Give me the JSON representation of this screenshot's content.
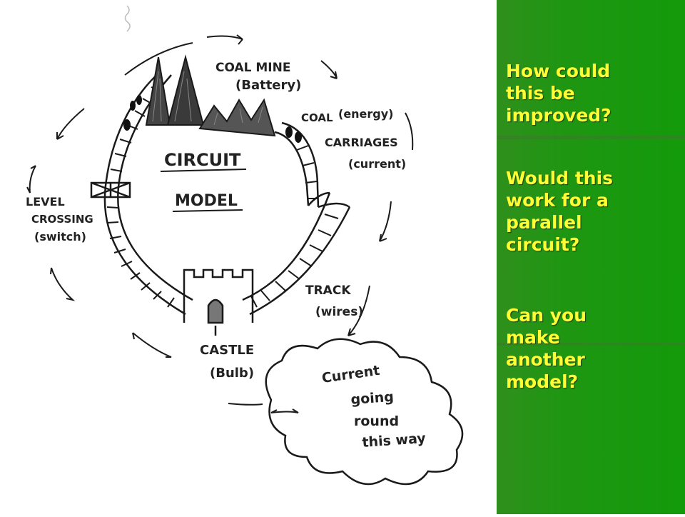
{
  "diagram": {
    "title_line1": "CIRCUIT",
    "title_line2": "MODEL",
    "labels": {
      "coal_mine": "COAL MINE",
      "coal_mine_sub": "(Battery)",
      "coal": "COAL",
      "coal_sub": "(energy)",
      "carriages": "CARRIAGES",
      "carriages_sub": "(current)",
      "level": "LEVEL",
      "crossing": "CROSSING",
      "crossing_sub": "(switch)",
      "track": "TRACK",
      "track_sub": "(wires)",
      "castle": "CASTLE",
      "castle_sub": "(Bulb)"
    },
    "cloud_text": [
      "Current",
      "going",
      "round",
      "this way"
    ]
  },
  "questions": [
    "How could\nthis be\nimproved?",
    "Would this\nwork for a\nparallel\ncircuit?",
    "Can you\nmake\nanother\nmodel?"
  ]
}
